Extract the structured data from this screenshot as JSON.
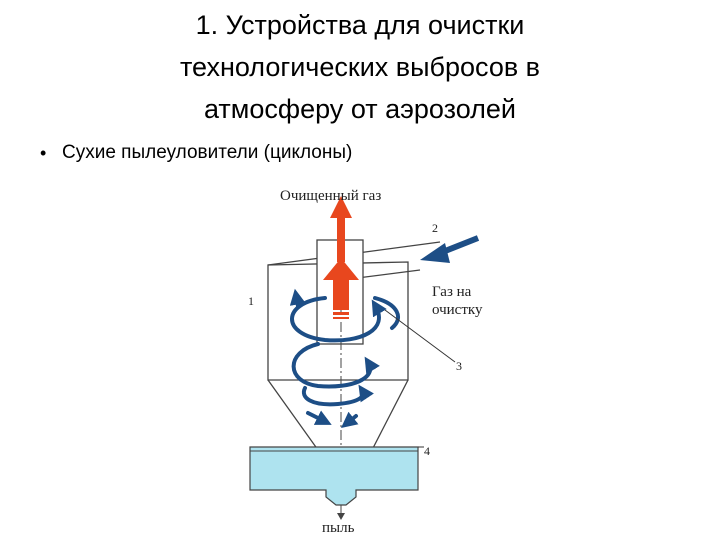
{
  "slide": {
    "title_lines": [
      "1. Устройства для очистки",
      "технологических выбросов в",
      "атмосферу от аэрозолей"
    ],
    "bullet": "Сухие пылеуловители (циклоны)"
  },
  "diagram": {
    "clean_gas_label": "Очищенный газ",
    "gas_inlet_label_line1": "Газ на",
    "gas_inlet_label_line2": "очистку",
    "dust_label": "пыль",
    "part_numbers": [
      "1",
      "2",
      "3",
      "4"
    ],
    "colors": {
      "outlet_arrow": "#e8471e",
      "swirl": "#1d4e86",
      "hopper": "#aee3ef",
      "outline": "#444444"
    }
  }
}
